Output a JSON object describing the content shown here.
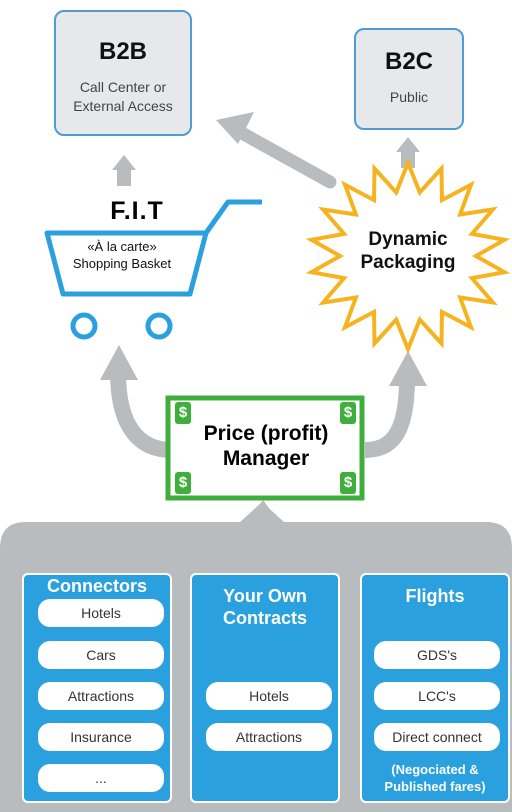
{
  "b2b": {
    "title": "B2B",
    "subtitle_line1": "Call Center or",
    "subtitle_line2": "External Access"
  },
  "b2c": {
    "title": "B2C",
    "subtitle": "Public"
  },
  "fit": {
    "title": "F.I.T",
    "cart_line1": "«À la carte»",
    "cart_line2": "Shopping Basket"
  },
  "dynamic": {
    "line1": "Dynamic",
    "line2": "Packaging"
  },
  "price_manager": {
    "line1": "Price (profit)",
    "line2": "Manager",
    "symbol": "$"
  },
  "columns": {
    "connectors": {
      "title": "Connectors",
      "items": [
        "Hotels",
        "Cars",
        "Attractions",
        "Insurance",
        "..."
      ]
    },
    "contracts": {
      "title_line1": "Your Own",
      "title_line2": "Contracts",
      "items": [
        "Hotels",
        "Attractions"
      ]
    },
    "flights": {
      "title": "Flights",
      "items": [
        "GDS's",
        "LCC's",
        "Direct connect"
      ],
      "note_line1": "(Negociated &",
      "note_line2": "Published fares)"
    }
  },
  "colors": {
    "panel_blue": "#2aa1de",
    "box_border": "#4d9cd6",
    "box_fill": "#e6e8ea",
    "arrow_gray": "#b9bcbf",
    "burst_orange": "#f7b21f",
    "money_green": "#3fae3c"
  }
}
